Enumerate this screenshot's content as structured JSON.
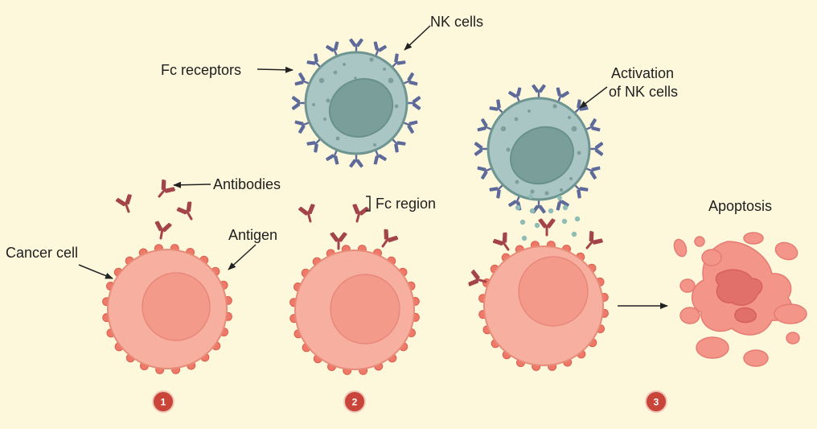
{
  "labels": {
    "nk_cells": "NK cells",
    "fc_receptors": "Fc receptors",
    "activation_line1": "Activation",
    "activation_line2": "of NK cells",
    "antibodies": "Antibodies",
    "fc_region": "Fc region",
    "antigen": "Antigen",
    "cancer_cell": "Cancer cell",
    "apoptosis": "Apoptosis"
  },
  "steps": [
    "1",
    "2",
    "3"
  ],
  "colors": {
    "background": "#fdf8dc",
    "nk_cell_fill": "#a9c6c4",
    "nk_nucleus": "#7a9e9a",
    "receptor": "#5d6a9a",
    "antibody": "#a3434a",
    "cancer_fill": "#f7b0a0",
    "cancer_nucleus": "#f39a8a",
    "antigen": "#f07868",
    "apoptosis_fill": "#f4958a",
    "step_badge": "#c9453a"
  },
  "icons": {
    "receptor": "y-shaped-receptor-icon",
    "antibody": "y-shaped-antibody-icon"
  }
}
